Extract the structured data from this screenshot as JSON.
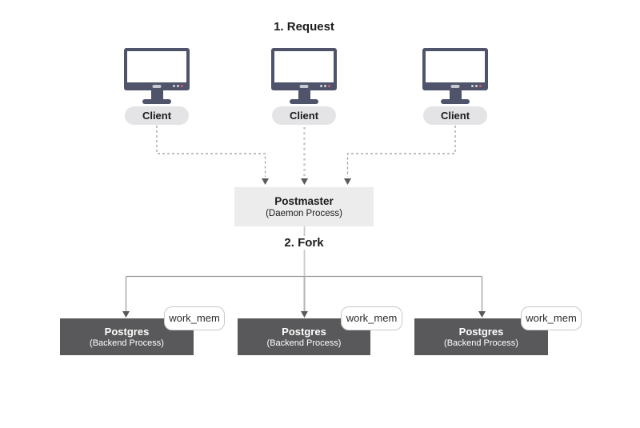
{
  "labels": {
    "step1": "1. Request",
    "step2": "2. Fork"
  },
  "clients": [
    {
      "label": "Client"
    },
    {
      "label": "Client"
    },
    {
      "label": "Client"
    }
  ],
  "postmaster": {
    "title": "Postmaster",
    "subtitle": "(Daemon Process)"
  },
  "backends": [
    {
      "title": "Postgres",
      "subtitle": "(Backend Process)",
      "badge": "work_mem"
    },
    {
      "title": "Postgres",
      "subtitle": "(Backend Process)",
      "badge": "work_mem"
    },
    {
      "title": "Postgres",
      "subtitle": "(Backend Process)",
      "badge": "work_mem"
    }
  ],
  "colors": {
    "monitor_body": "#4f546b",
    "monitor_screen": "#ffffff",
    "monitor_button": "#c7c8d1",
    "monitor_dot": "#d2d3da",
    "monitor_dot_red": "#e0566b",
    "client_pill_bg": "#e4e4e6",
    "postmaster_bg": "#ececec",
    "backend_bg": "#59595b",
    "badge_bg": "#ffffff",
    "badge_border": "#c9c9c9",
    "line": "#98989b",
    "line_light": "#c9c9cc",
    "line_mid": "#b3b3b6",
    "dash_side": "#9a9a9e",
    "dash_mid": "#c2c2c6",
    "arrow": "#5a5a5e",
    "text_dark": "#1b1b1d",
    "text_light": "#ffffff",
    "bg": "#ffffff"
  }
}
